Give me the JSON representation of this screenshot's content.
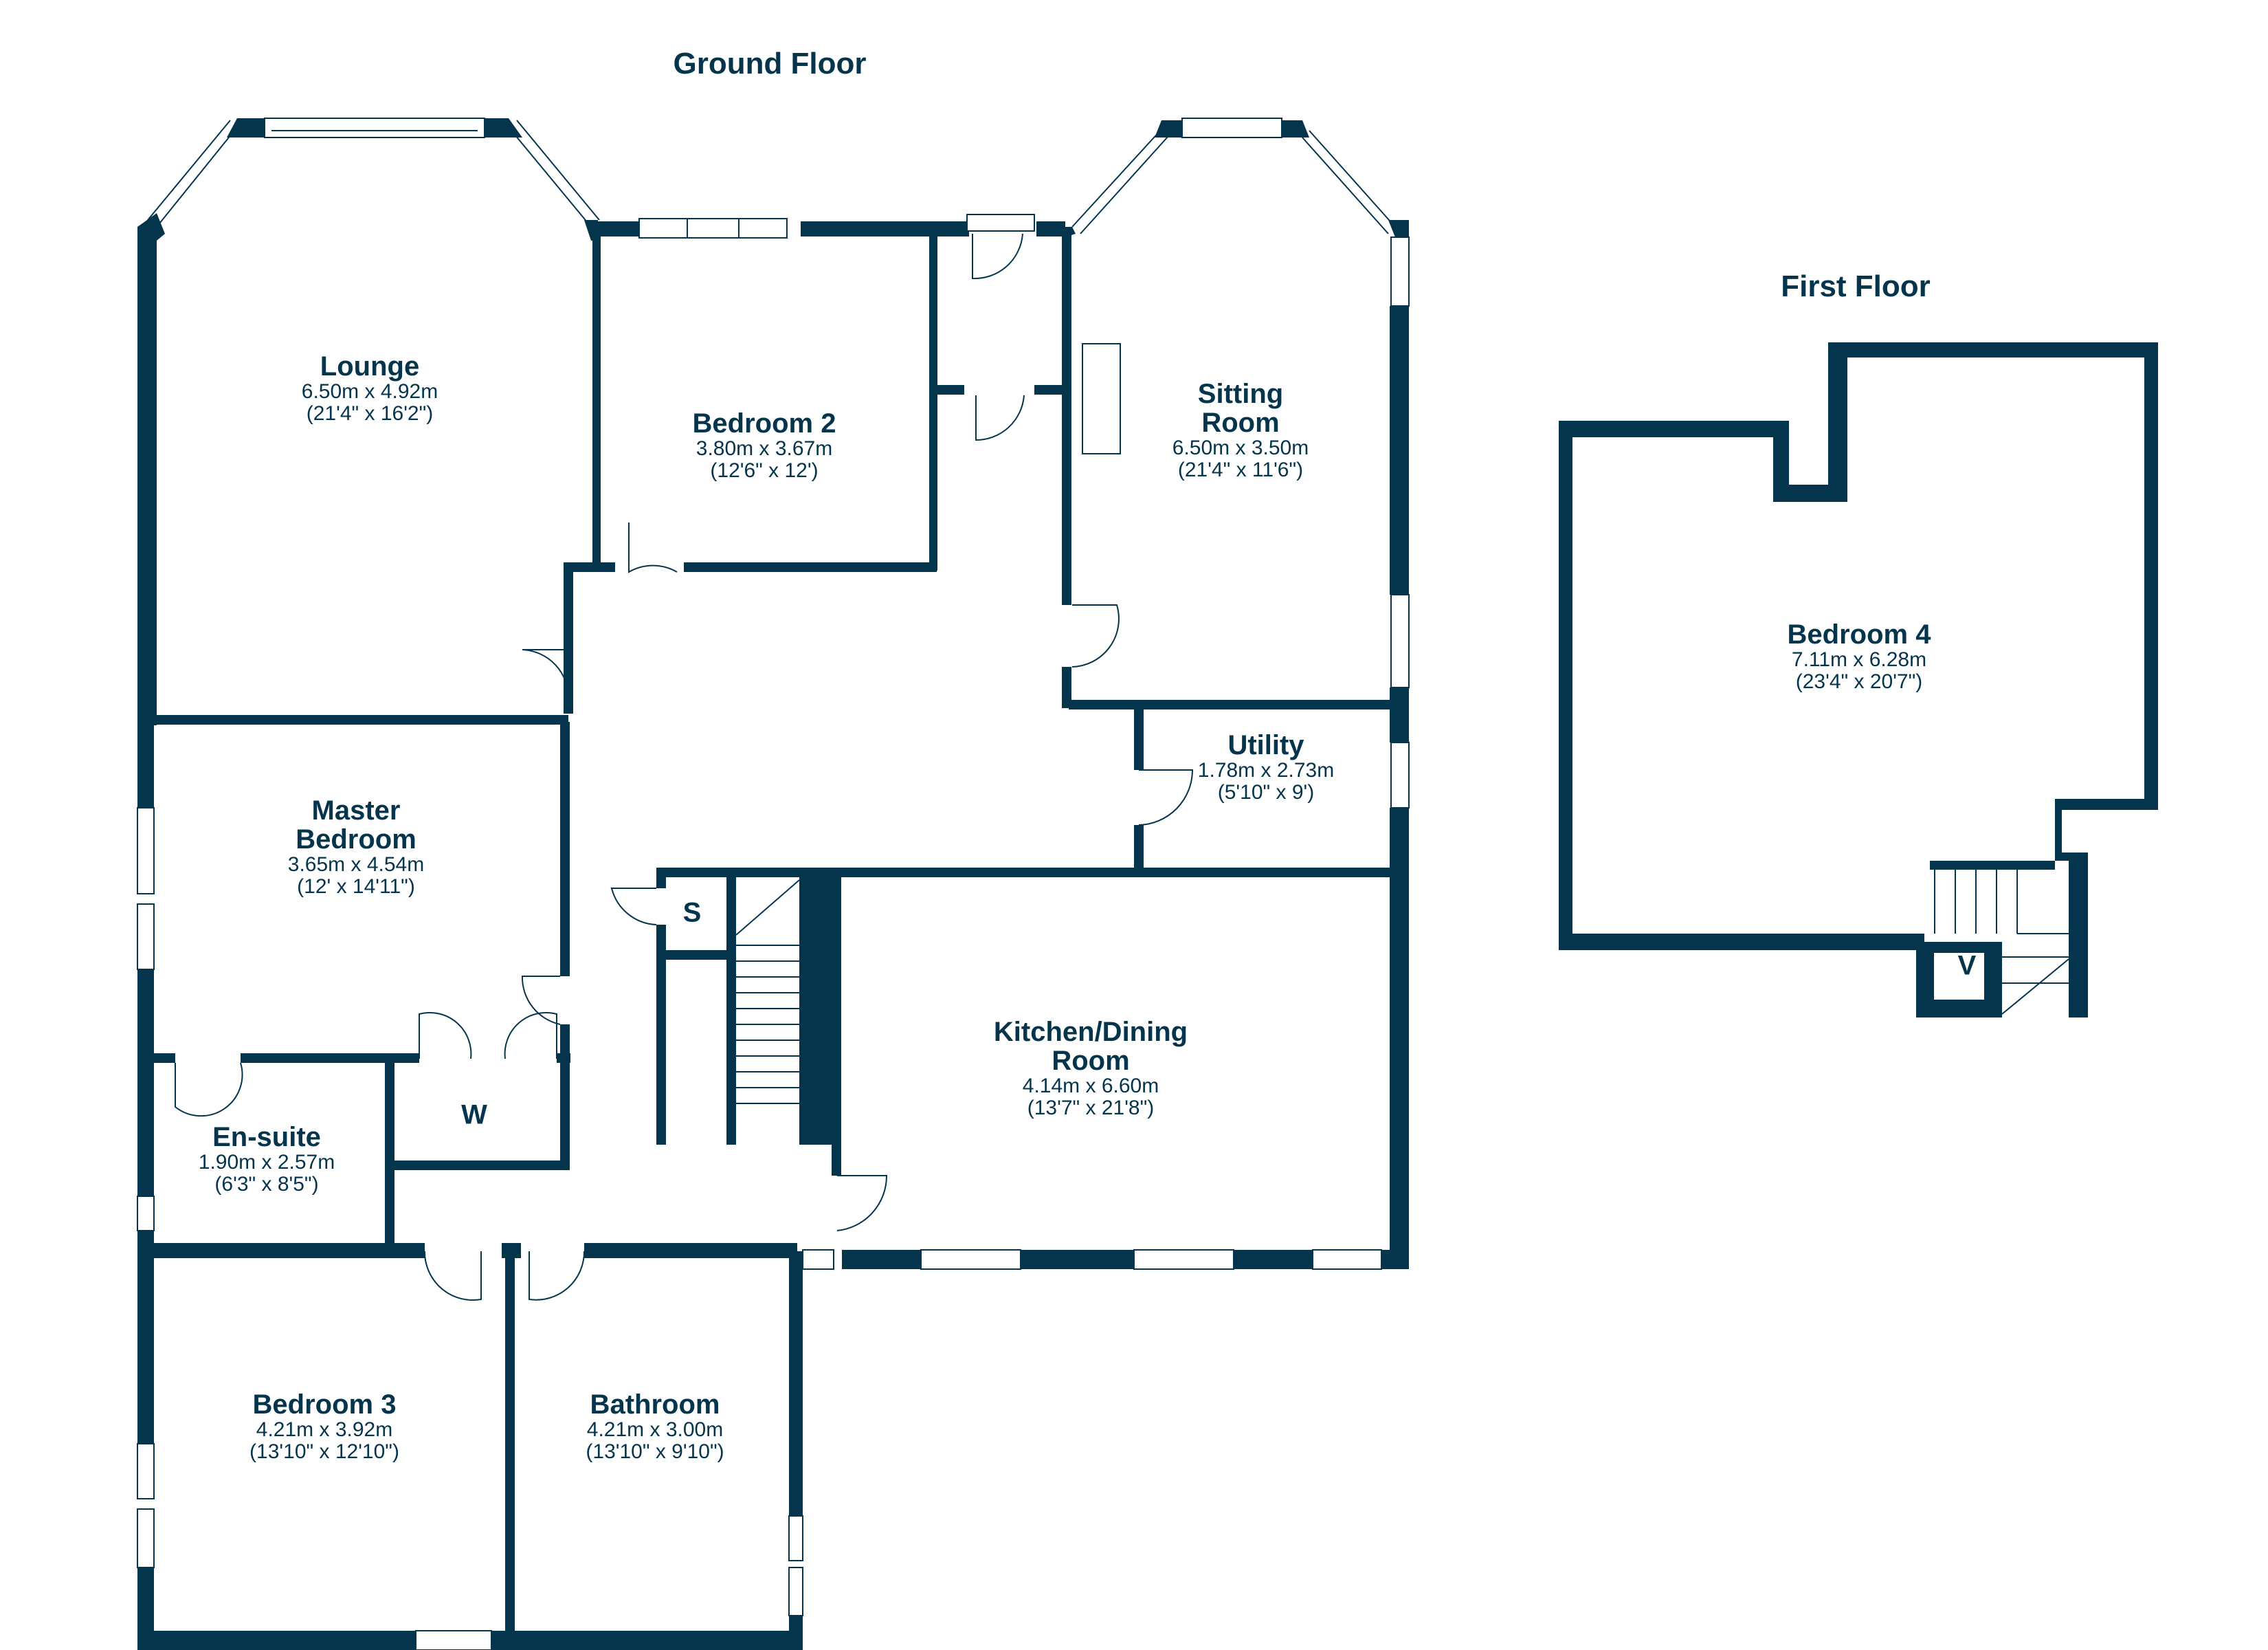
{
  "floors": {
    "ground": {
      "title": "Ground Floor"
    },
    "first": {
      "title": "First Floor"
    }
  },
  "rooms": {
    "lounge": {
      "name": "Lounge",
      "metric": "6.50m x 4.92m",
      "imperial": "(21'4\" x 16'2\")"
    },
    "bedroom2": {
      "name": "Bedroom 2",
      "metric": "3.80m x 3.67m",
      "imperial": "(12'6\" x 12')"
    },
    "sitting": {
      "name_line1": "Sitting",
      "name_line2": "Room",
      "metric": "6.50m x 3.50m",
      "imperial": "(21'4\" x 11'6\")"
    },
    "utility": {
      "name": "Utility",
      "metric": "1.78m x 2.73m",
      "imperial": "(5'10\" x 9')"
    },
    "master": {
      "name_line1": "Master",
      "name_line2": "Bedroom",
      "metric": "3.65m x 4.54m",
      "imperial": "(12' x 14'11\")"
    },
    "ensuite": {
      "name": "En-suite",
      "metric": "1.90m x 2.57m",
      "imperial": "(6'3\" x 8'5\")"
    },
    "kitchen": {
      "name_line1": "Kitchen/Dining",
      "name_line2": "Room",
      "metric": "4.14m x 6.60m",
      "imperial": "(13'7\" x 21'8\")"
    },
    "bedroom3": {
      "name": "Bedroom 3",
      "metric": "4.21m x 3.92m",
      "imperial": "(13'10\" x 12'10\")"
    },
    "bathroom": {
      "name": "Bathroom",
      "metric": "4.21m x 3.00m",
      "imperial": "(13'10\" x 9'10\")"
    },
    "bedroom4": {
      "name": "Bedroom 4",
      "metric": "7.11m x 6.28m",
      "imperial": "(23'4\" x 20'7\")"
    }
  },
  "tags": {
    "store": "S",
    "wardrobe": "W",
    "void": "V"
  },
  "colors": {
    "wall": "#05354d",
    "background": "#ffffff"
  }
}
